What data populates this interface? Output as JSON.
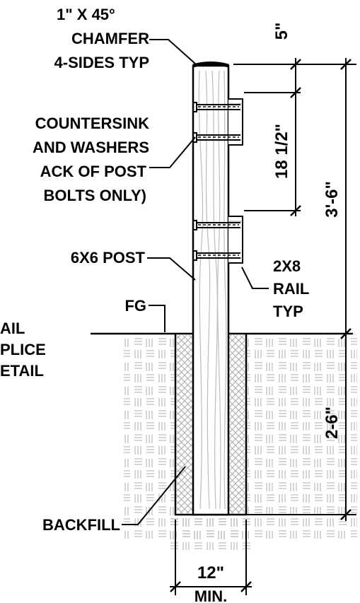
{
  "labels": {
    "chamfer_line1": "1\" X 45°",
    "chamfer_line2": "CHAMFER",
    "chamfer_line3": "4-SIDES TYP",
    "countersink_line1": "COUNTERSINK",
    "countersink_line2": "AND WASHERS",
    "countersink_line3": "ACK OF POST",
    "countersink_line4": "BOLTS ONLY)",
    "post": "6X6 POST",
    "rail_line1": "2X8",
    "rail_line2": "RAIL",
    "rail_line3": "TYP",
    "fg": "FG",
    "splice_line1": "AIL",
    "splice_line2": "PLICE",
    "splice_line3": "ETAIL",
    "backfill": "BACKFILL"
  },
  "dimensions": {
    "top_offset": "5\"",
    "rail_spacing": "18 1/2\"",
    "above_grade": "3'-6\"",
    "below_grade": "2-6\"",
    "hole_width": "12\"",
    "hole_width_note": "MIN."
  },
  "colors": {
    "line": "#000000",
    "wood_grain": "#bdbdbd",
    "soil_hatch": "#c4c4c4",
    "backfill_hatch": "#a8a8a8"
  }
}
